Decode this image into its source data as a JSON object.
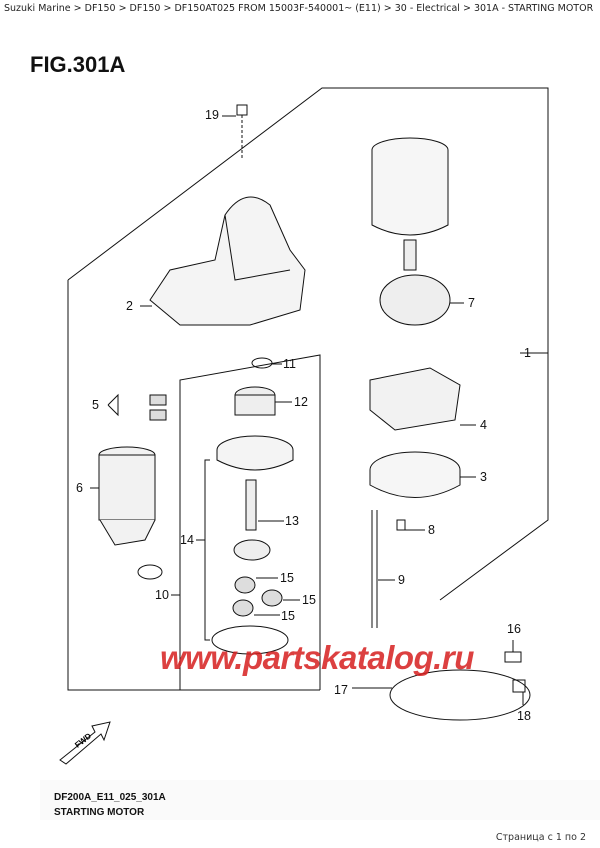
{
  "breadcrumb": "Suzuki Marine > DF150 > DF150 > DF150AT025 FROM 15003F-540001~ (E11) > 30 - Electrical > 301A - STARTING MOTOR",
  "figure_title": "FIG.301A",
  "callouts": [
    "19",
    "2",
    "11",
    "12",
    "5",
    "6",
    "13",
    "14",
    "15",
    "15",
    "15",
    "10",
    "7",
    "1",
    "4",
    "3",
    "8",
    "9",
    "16",
    "17",
    "18"
  ],
  "watermark": "www.partskatalog.ru",
  "direction_label": "FWD",
  "diagram_code": "DF200A_E11_025_301A",
  "diagram_name": "STARTING MOTOR",
  "pagination": "Страница с 1 по 2",
  "colors": {
    "watermark": "#d61f1f",
    "line": "#111111"
  }
}
